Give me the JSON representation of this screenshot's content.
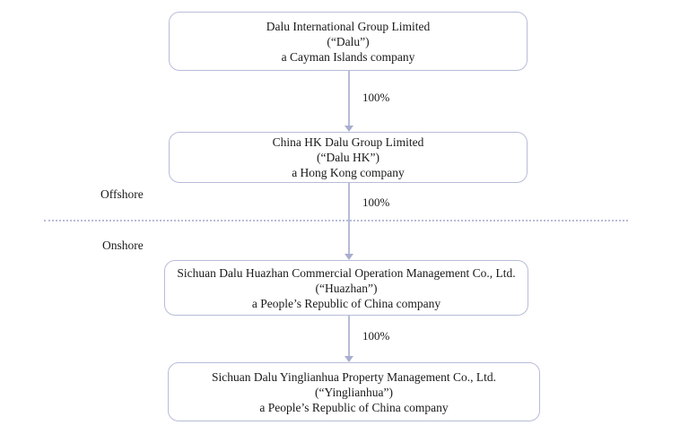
{
  "diagram": {
    "title": "Corporate structure chart",
    "colors": {
      "line": "#b7bcd8",
      "arrow": "#a8aecf",
      "text": "#1a1a1a",
      "background": "#ffffff"
    },
    "regions": {
      "offshore_label": "Offshore",
      "onshore_label": "Onshore"
    },
    "boxes": [
      {
        "name": "Dalu International Group Limited",
        "short_name": "(“Dalu”)",
        "jurisdiction": "a Cayman Islands company"
      },
      {
        "name": "China HK Dalu Group Limited",
        "short_name": "(“Dalu HK”)",
        "jurisdiction": "a Hong Kong company"
      },
      {
        "name": "Sichuan Dalu Huazhan Commercial Operation Management Co., Ltd.",
        "short_name": "(“Huazhan”)",
        "jurisdiction": "a People’s Republic of China company"
      },
      {
        "name": "Sichuan Dalu Yinglianhua Property Management Co., Ltd.",
        "short_name": "(“Yinglianhua”)",
        "jurisdiction": "a People’s Republic of China company"
      }
    ],
    "edges": [
      {
        "from": 0,
        "to": 1,
        "label": "100%"
      },
      {
        "from": 1,
        "to": 2,
        "label": "100%"
      },
      {
        "from": 2,
        "to": 3,
        "label": "100%"
      }
    ]
  }
}
